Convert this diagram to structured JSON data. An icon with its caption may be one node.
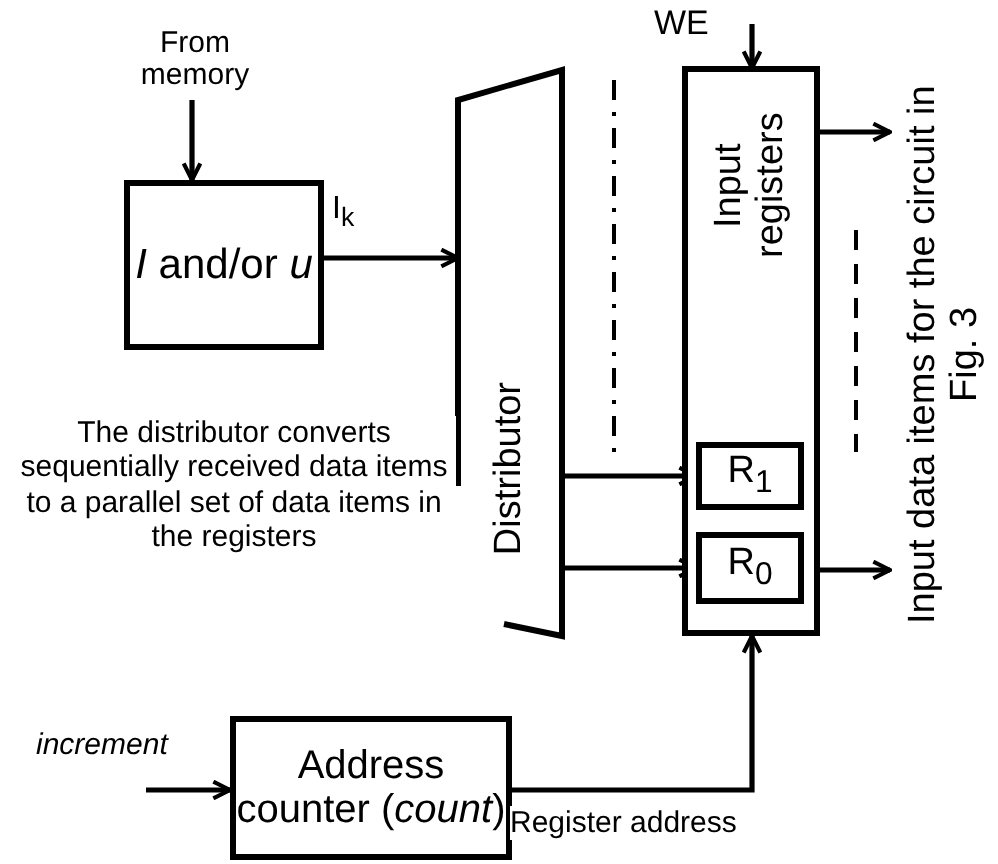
{
  "diagram": {
    "nodes": [
      {
        "text": [
          "From memory"
        ]
      },
      {
        "text": [
          "*I* and/or *u*"
        ]
      },
      {
        "text": [
          "Distributor"
        ]
      },
      {
        "text": [
          "Input registers"
        ]
      },
      {
        "text": [
          "R$_{1}$"
        ],
        "in": 3
      },
      {
        "text": [
          "R$_{0}$"
        ],
        "in": 3
      },
      {
        "text": [
          "Input data items for the circuit in Fig. 3"
        ]
      },
      {
        "text": [
          "Address counter (*count*)"
        ]
      }
    ],
    "edges": [
      {
        "from": 0,
        "to": 1,
        "arrow": "to"
      },
      {
        "from": 1,
        "to": 2,
        "arrow": "to",
        "label": "I$_{k}$"
      },
      {
        "from": 2,
        "to": 4,
        "arrow": "to"
      },
      {
        "from": 2,
        "to": 5,
        "arrow": "to"
      },
      {
        "from": 3,
        "to": 6,
        "arrow": "to"
      },
      {
        "from": 5,
        "to": 6,
        "arrow": "to"
      },
      {
        "from": 7,
        "to": 3,
        "arrow": "to",
        "label": "Register address"
      },
      {
        "from": null,
        "to": 7,
        "arrow": "to",
        "label": "increment"
      },
      {
        "from": null,
        "to": 3,
        "arrow": "to"
      }
    ],
    "labels": [
      "WE",
      "The distributor converts sequentially received data items to a parallel set of data items in the registers"
    ]
  }
}
